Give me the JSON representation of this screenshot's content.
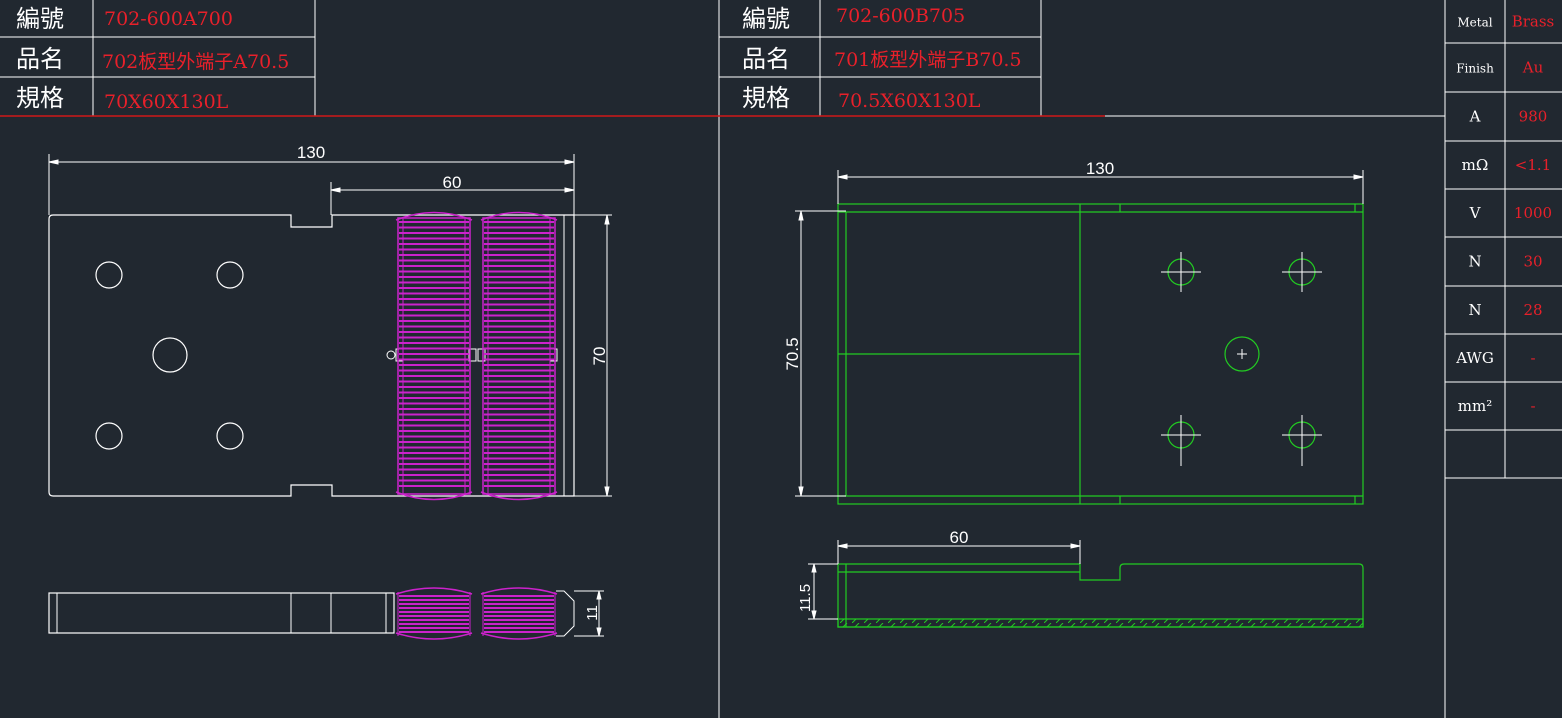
{
  "colors": {
    "background": "#212830",
    "line": "#ffffff",
    "value_text": "#e8202a",
    "outline_right": "#22cc22",
    "contact_fingers": "#cc22cc",
    "divider": "#d01818"
  },
  "left_block": {
    "code_label": "編號",
    "code_value": "702-600A700",
    "name_label": "品名",
    "name_value": "702板型外端子A70.5",
    "spec_label": "規格",
    "spec_value": "70X60X130L"
  },
  "right_block": {
    "code_label": "編號",
    "code_value": "702-600B705",
    "name_label": "品名",
    "name_value": "701板型外端子B70.5",
    "spec_label": "規格",
    "spec_value": "70.5X60X130L"
  },
  "spec_table": [
    {
      "label": "Metal",
      "value": "Brass"
    },
    {
      "label": "Finish",
      "value": "Au"
    },
    {
      "label": "A",
      "value": "980"
    },
    {
      "label": "mΩ",
      "value": "<1.1"
    },
    {
      "label": "V",
      "value": "1000"
    },
    {
      "label": "N",
      "value": "30"
    },
    {
      "label": "N",
      "value": "28"
    },
    {
      "label": "AWG",
      "value": "-"
    },
    {
      "label": "mm²",
      "value": "-"
    },
    {
      "label": "",
      "value": ""
    }
  ],
  "dimensions": {
    "left_top_length": "130",
    "left_top_contact": "60",
    "left_top_height": "70",
    "left_side_thickness": "11",
    "right_top_length": "130",
    "right_top_height": "70.5",
    "right_side_step": "60",
    "right_side_thickness": "11.5"
  }
}
